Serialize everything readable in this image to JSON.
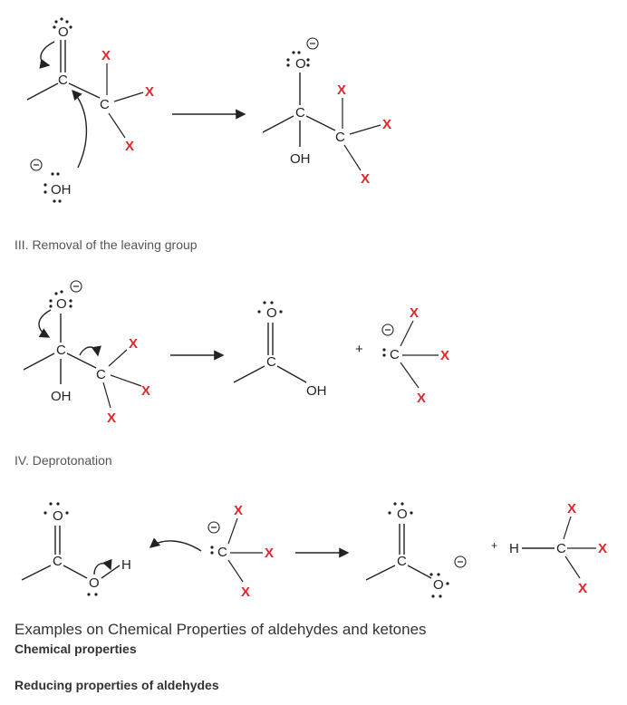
{
  "colors": {
    "x_label": "#e0262b",
    "text": "#222222",
    "caption": "#555555"
  },
  "atoms": {
    "O": "O",
    "C": "C",
    "OH": "OH",
    "H": "H",
    "X": "X",
    "plus": "+",
    "charge": "−"
  },
  "step3": {
    "caption": "III. Removal of the leaving group"
  },
  "step4": {
    "caption": "IV. Deprotonation"
  },
  "section": {
    "heading": "Examples on Chemical Properties of aldehydes and ketones",
    "subheading": "Chemical properties",
    "subheading2": "Reducing properties of aldehydes"
  }
}
